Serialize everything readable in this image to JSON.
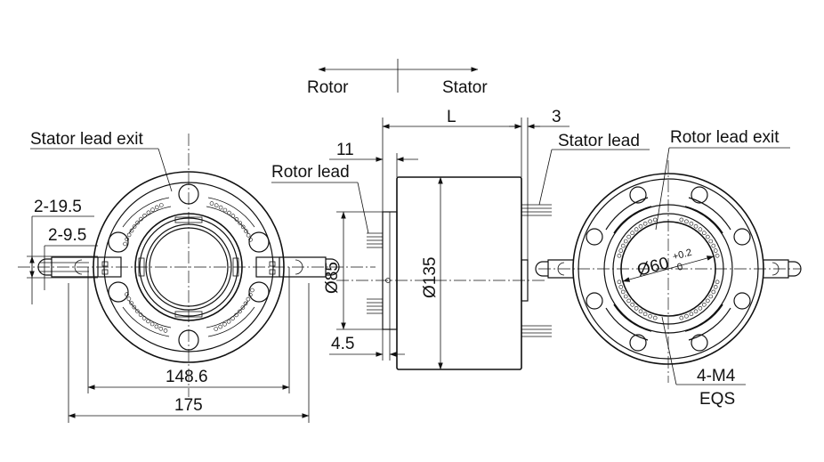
{
  "direction": {
    "rotor": "Rotor",
    "stator": "Stator"
  },
  "left_view": {
    "stator_lead_exit": "Stator lead exit",
    "dim_slot": "2-19.5",
    "dim_slot_width": "2-9.5",
    "dim_hole_pitch": "148.6",
    "dim_outer": "175"
  },
  "side_view": {
    "dim_length": "L",
    "dim_3": "3",
    "dim_11": "11",
    "rotor_lead": "Rotor lead",
    "stator_lead": "Stator lead",
    "dim_flange_dia": "Ø85",
    "dim_body_dia": "Ø135",
    "dim_4_5": "4.5"
  },
  "right_view": {
    "rotor_lead_exit": "Rotor lead exit",
    "dim_bore": "Ø60",
    "tol_upper": "+0.2",
    "tol_lower": "0",
    "thread_spec": "4-M4",
    "thread_note": "EQS"
  }
}
